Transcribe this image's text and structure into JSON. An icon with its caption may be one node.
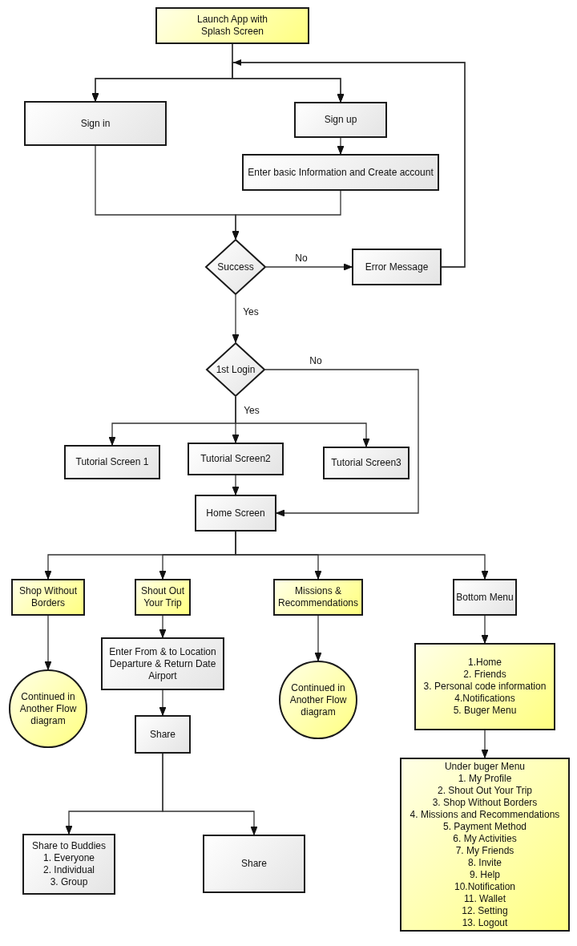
{
  "diagram": {
    "nodes": [
      {
        "text": [
          "Launch App with Splash Screen"
        ]
      },
      {
        "text": [
          "Sign in"
        ]
      },
      {
        "text": [
          "Sign up"
        ]
      },
      {
        "text": [
          "Enter basic Information and Create account"
        ]
      },
      {
        "text": [
          "Success"
        ]
      },
      {
        "text": [
          "Error Message"
        ]
      },
      {
        "text": [
          "1st Login"
        ]
      },
      {
        "text": [
          "Tutorial Screen 1"
        ]
      },
      {
        "text": [
          "Tutorial Screen2"
        ]
      },
      {
        "text": [
          "Tutorial Screen3"
        ]
      },
      {
        "text": [
          "Home Screen"
        ]
      },
      {
        "text": [
          "Shop Without Borders"
        ]
      },
      {
        "text": [
          "Shout Out Your Trip"
        ]
      },
      {
        "text": [
          "Missions & Recommendations"
        ]
      },
      {
        "text": [
          "Bottom Menu"
        ]
      },
      {
        "text": [
          "Continued in Another Flow diagram"
        ]
      },
      {
        "text": [
          "Enter From & to Location",
          "Departure & Return Date",
          "Airport"
        ]
      },
      {
        "text": [
          "Continued in Another Flow diagram"
        ]
      },
      {
        "text": [
          "1.Home",
          "2. Friends",
          "3. Personal code information",
          "4.Notifications",
          "5. Buger Menu"
        ]
      },
      {
        "text": [
          "Share"
        ]
      },
      {
        "text": [
          "Under buger Menu",
          "1. My Profile",
          "2. Shout Out Your Trip",
          "3. Shop Without Borders",
          "4. Missions and Recommendations",
          "5. Payment Method",
          "6. My Activities",
          "7. My Friends",
          "8. Invite",
          "9. Help",
          "10.Notification",
          "11. Wallet",
          "12. Setting",
          "13. Logout"
        ]
      },
      {
        "text": [
          "Share to Buddies",
          "1. Everyone",
          "2. Individual",
          "3. Group"
        ]
      },
      {
        "text": [
          "Share"
        ]
      }
    ],
    "edges": [
      {
        "from": 0,
        "to": 1,
        "arrow": "to"
      },
      {
        "from": 0,
        "to": 2,
        "arrow": "to"
      },
      {
        "from": 2,
        "to": 3,
        "arrow": "to"
      },
      {
        "from": 1,
        "to": 4,
        "arrow": "to"
      },
      {
        "from": 3,
        "to": 4,
        "arrow": "to"
      },
      {
        "from": 4,
        "to": 5,
        "arrow": "to",
        "label": "No"
      },
      {
        "from": 5,
        "to": 1,
        "arrow": "to"
      },
      {
        "from": 5,
        "to": 2,
        "arrow": "to"
      },
      {
        "from": 4,
        "to": 6,
        "arrow": "to",
        "label": "Yes"
      },
      {
        "from": 6,
        "to": 7,
        "arrow": "to"
      },
      {
        "from": 6,
        "to": 8,
        "arrow": "to",
        "label": "Yes"
      },
      {
        "from": 6,
        "to": 9,
        "arrow": "to"
      },
      {
        "from": 6,
        "to": 10,
        "arrow": "to",
        "label": "No"
      },
      {
        "from": 8,
        "to": 10,
        "arrow": "to"
      },
      {
        "from": 10,
        "to": 11,
        "arrow": "to"
      },
      {
        "from": 10,
        "to": 12,
        "arrow": "to"
      },
      {
        "from": 10,
        "to": 13,
        "arrow": "to"
      },
      {
        "from": 10,
        "to": 14,
        "arrow": "to"
      },
      {
        "from": 11,
        "to": 15,
        "arrow": "to"
      },
      {
        "from": 12,
        "to": 16,
        "arrow": "to"
      },
      {
        "from": 13,
        "to": 17,
        "arrow": "to"
      },
      {
        "from": 14,
        "to": 18,
        "arrow": "to"
      },
      {
        "from": 16,
        "to": 19,
        "arrow": "to"
      },
      {
        "from": 18,
        "to": 20,
        "arrow": "to"
      },
      {
        "from": 19,
        "to": 21,
        "arrow": "to"
      },
      {
        "from": 19,
        "to": 22,
        "arrow": "to"
      }
    ]
  }
}
